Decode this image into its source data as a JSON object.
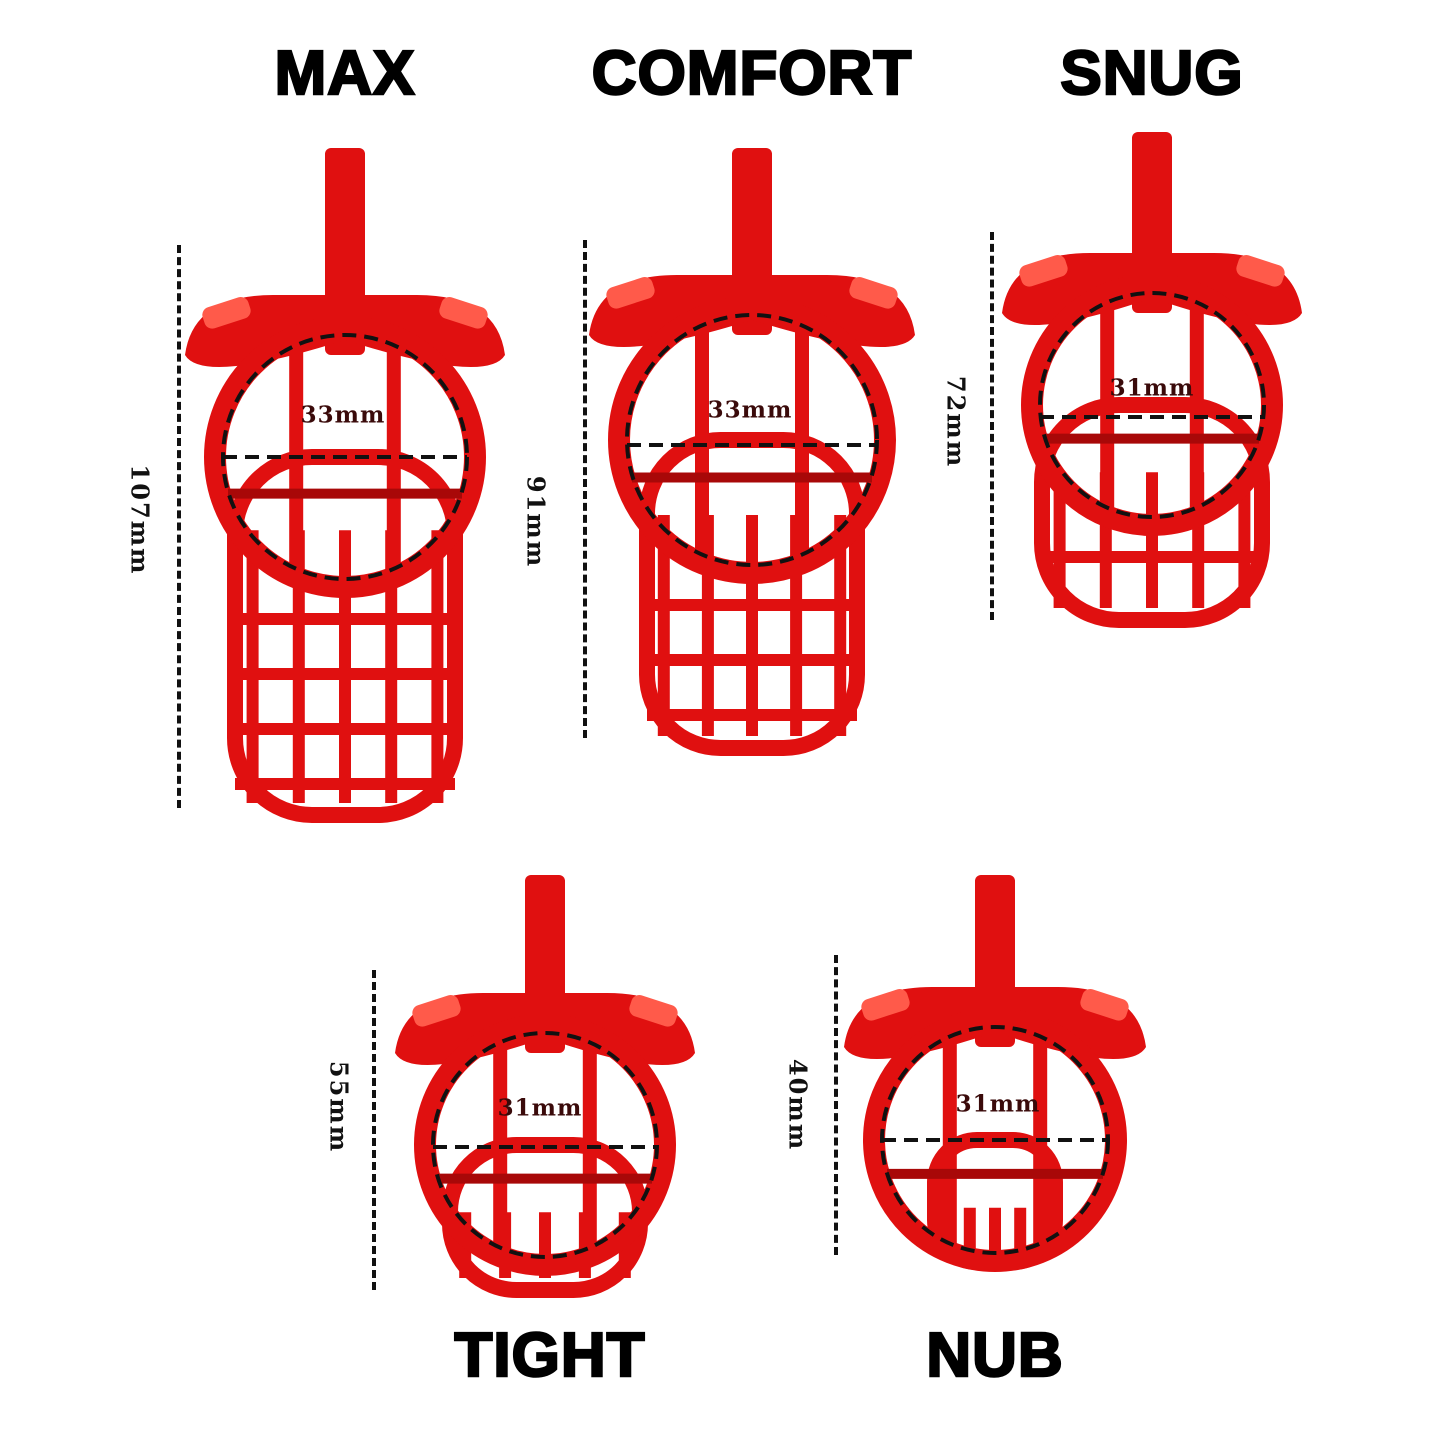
{
  "colors": {
    "cage": "#e01010",
    "cage_dark": "#a80808",
    "cage_light": "#ff5a4a",
    "dash": "#111111"
  },
  "products": [
    {
      "name": "MAX",
      "height": "107mm",
      "diameter": "33mm"
    },
    {
      "name": "COMFORT",
      "height": "91mm",
      "diameter": "33mm"
    },
    {
      "name": "SNUG",
      "height": "72mm",
      "diameter": "31mm"
    },
    {
      "name": "TIGHT",
      "height": "55mm",
      "diameter": "31mm"
    },
    {
      "name": "NUB",
      "height": "40mm",
      "diameter": "31mm"
    }
  ]
}
